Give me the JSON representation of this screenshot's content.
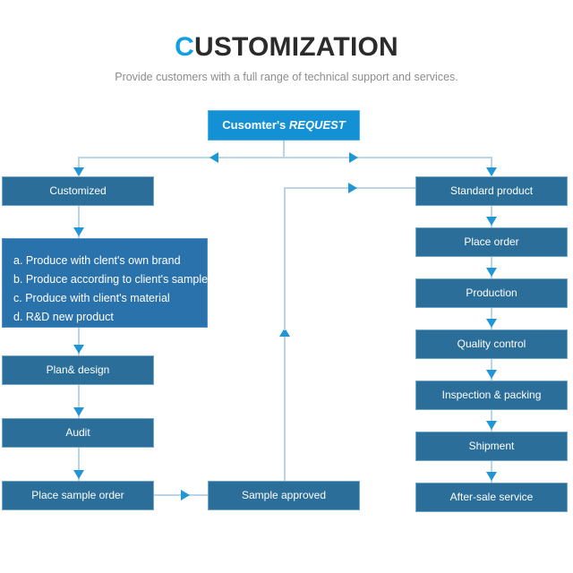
{
  "header": {
    "title_accent": "C",
    "title_rest": "USTOMIZATION",
    "subtitle": "Provide customers with a full range of technical support and services."
  },
  "colors": {
    "top_box": "#1490d4",
    "box": "#2a6e99",
    "list_box": "#2a72ac",
    "connector": "#bcd5e6",
    "arrow": "#2196d6",
    "title_accent": "#14a0e0",
    "subtitle": "#8d8d8d",
    "page_background": "#ffffff"
  },
  "flow": {
    "root": {
      "label_bold": "Cusomter's",
      "label_italic": "REQUEST"
    },
    "left_branch": {
      "head": "Customized",
      "options": [
        "a. Produce with clent's own brand",
        "b. Produce according to client's sample",
        "c. Produce with client's material",
        "d. R&D new product"
      ],
      "steps": [
        "Plan& design",
        "Audit",
        "Place sample order"
      ]
    },
    "middle": {
      "sample_approved": "Sample approved"
    },
    "right_branch": {
      "steps": [
        "Standard product",
        "Place order",
        "Production",
        "Quality control",
        "Inspection & packing",
        "Shipment",
        "After-sale service"
      ]
    }
  }
}
